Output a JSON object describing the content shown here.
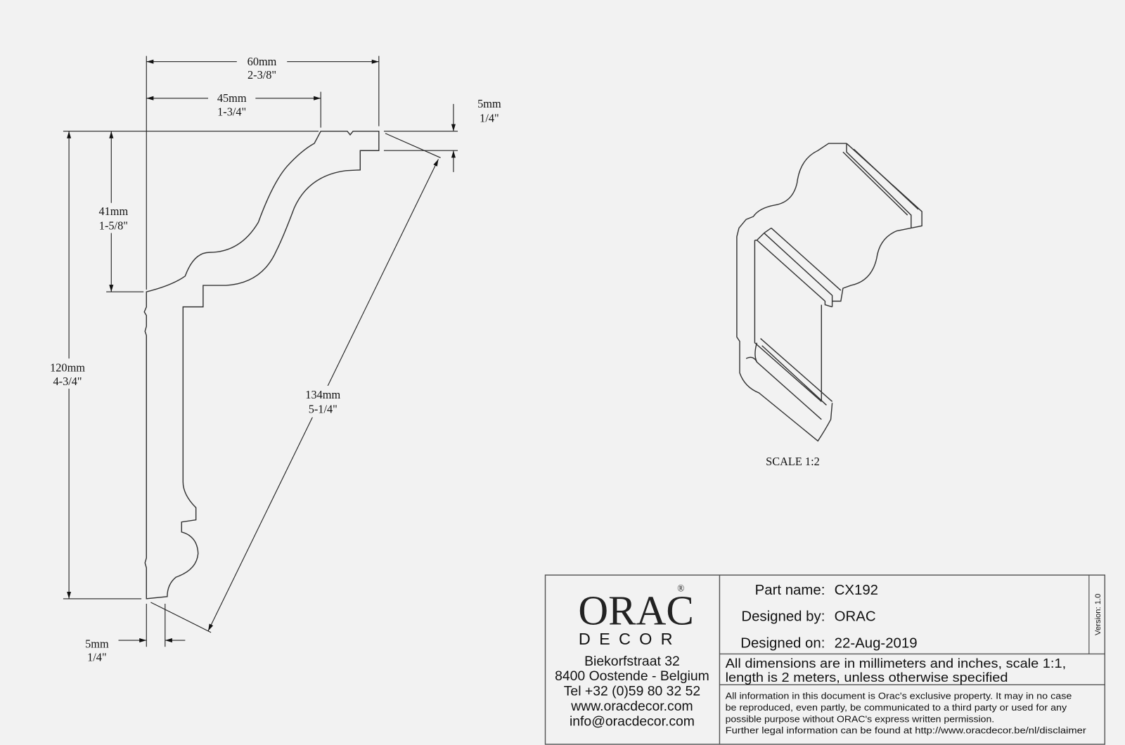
{
  "dimensions": {
    "width_total": {
      "mm": "60mm",
      "inch": "2-3/8\""
    },
    "width_partial": {
      "mm": "45mm",
      "inch": "1-3/4\""
    },
    "top_offset": {
      "mm": "5mm",
      "inch": "1/4\""
    },
    "height_upper": {
      "mm": "41mm",
      "inch": "1-5/8\""
    },
    "height_total": {
      "mm": "120mm",
      "inch": "4-3/4\""
    },
    "diagonal": {
      "mm": "134mm",
      "inch": "5-1/4\""
    },
    "bottom_offset": {
      "mm": "5mm",
      "inch": "1/4\""
    }
  },
  "iso_view": {
    "scale_label": "SCALE  1:2"
  },
  "title_block": {
    "logo": {
      "main": "ORAC",
      "sub": "DECOR",
      "registered": "®"
    },
    "address": [
      "Biekorfstraat 32",
      "8400 Oostende - Belgium",
      "Tel  +32 (0)59 80 32 52",
      "www.oracdecor.com",
      "info@oracdecor.com"
    ],
    "part_name_label": "Part name:",
    "part_name": "CX192",
    "designed_by_label": "Designed by:",
    "designed_by": "ORAC",
    "designed_on_label": "Designed on:",
    "designed_on": "22-Aug-2019",
    "version": "Version: 1.0",
    "units_note": [
      "All dimensions are in millimeters and inches, scale 1:1,",
      "length is 2 meters, unless otherwise specified"
    ],
    "legal": [
      "All information in this document is Orac's exclusive property.  It may in no case",
      "be reproduced, even partly, be communicated to a third party or used for any",
      "possible purpose without ORAC's express written permission.",
      "Further legal information can be found at http://www.oracdecor.be/nl/disclaimer"
    ]
  },
  "colors": {
    "background": "#f2f2f2",
    "line": "#333333"
  }
}
